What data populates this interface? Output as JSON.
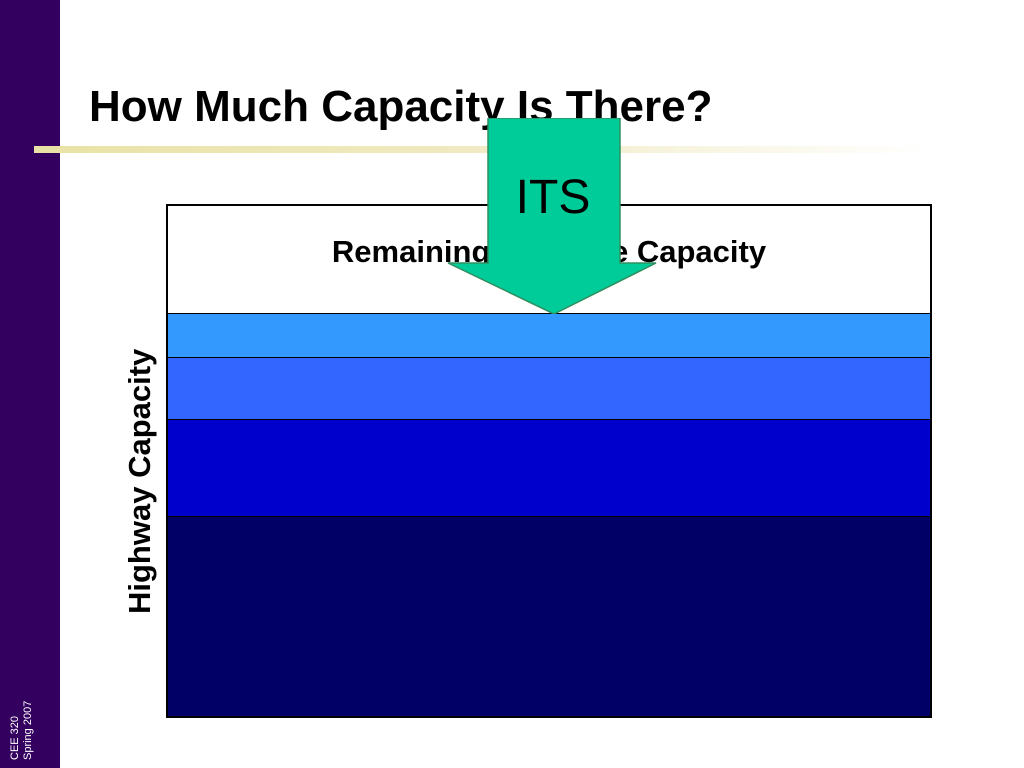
{
  "slide": {
    "title": "How Much Capacity Is There?"
  },
  "footer": {
    "course": "CEE 320",
    "term": "Spring 2007"
  },
  "diagram": {
    "box_label": "Remaining Effective Capacity",
    "axis_label": "Highway Capacity",
    "arrow_label": "ITS"
  },
  "colors": {
    "sidebar": "#33005f",
    "band_light_blue": "#3399ff",
    "band_medium_blue": "#3366ff",
    "band_blue": "#0000cc",
    "band_navy": "#000066",
    "arrow_fill": "#00cc99",
    "title_rule": "#e9e2a6"
  }
}
